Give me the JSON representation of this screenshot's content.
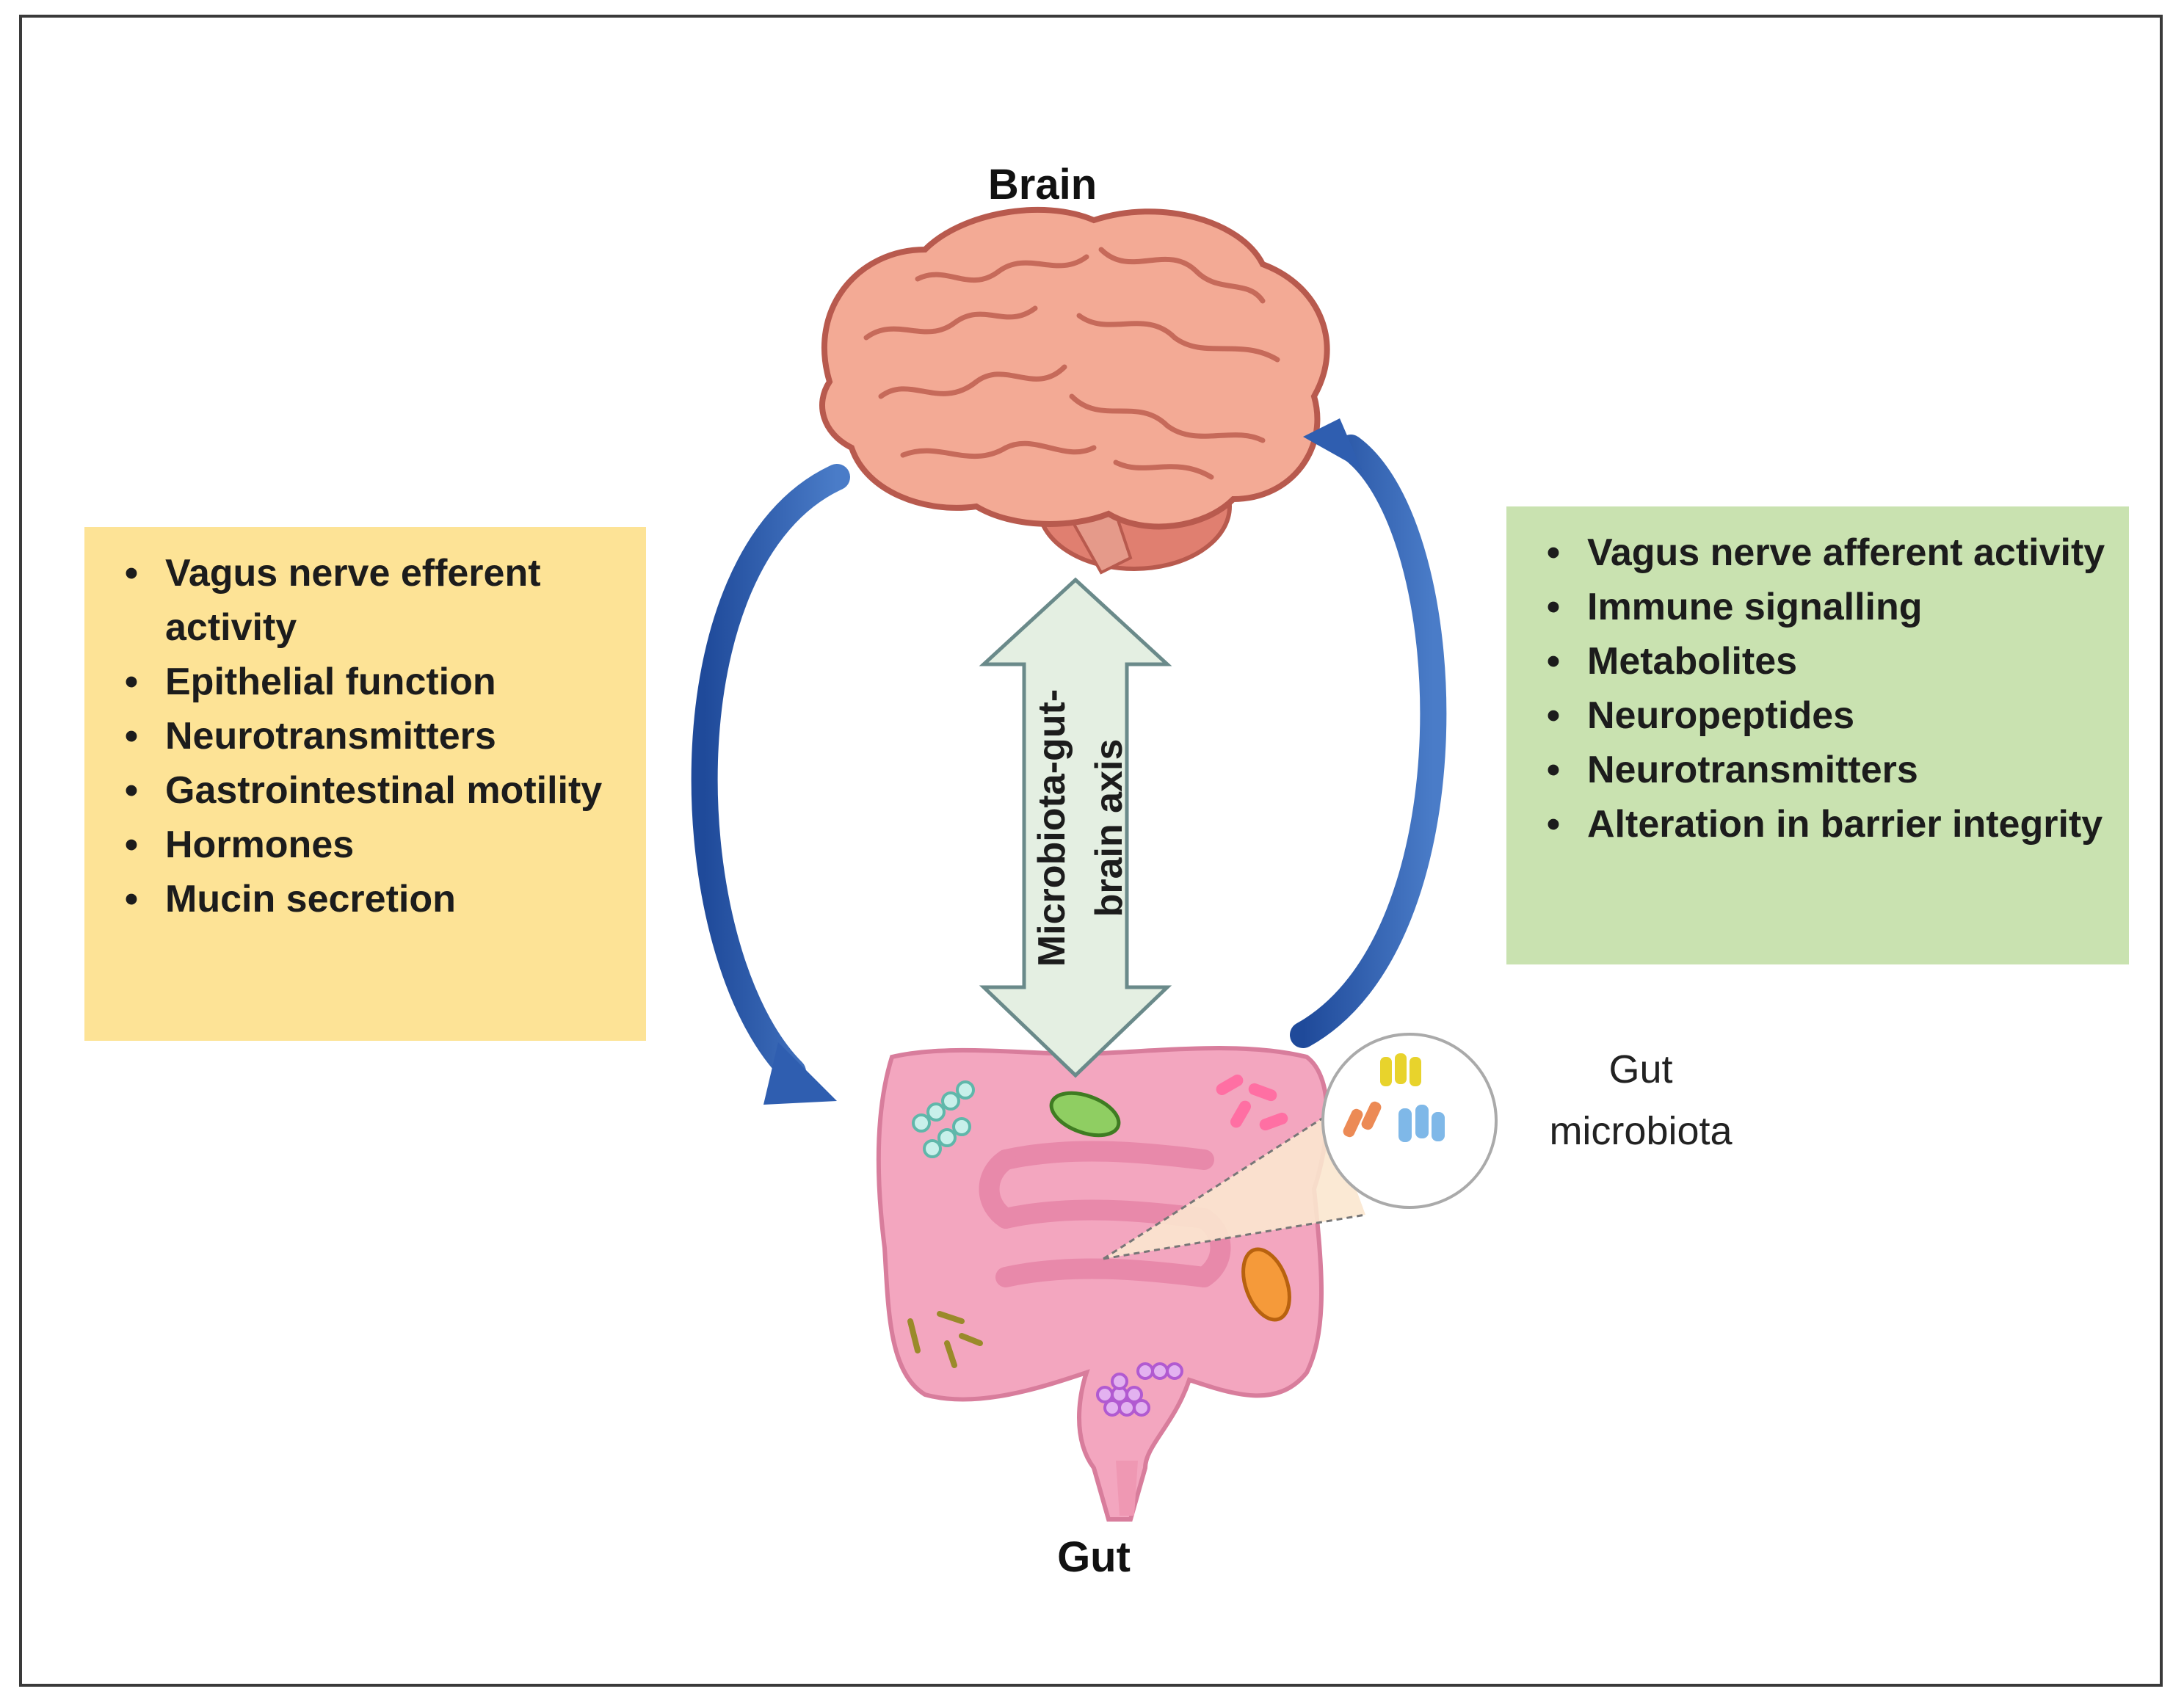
{
  "titles": {
    "brain": "Brain",
    "gut": "Gut"
  },
  "axis_label": {
    "line1": "Microbiota-gut-",
    "line2": "brain axis"
  },
  "gut_microbiota_label": {
    "line1": "Gut",
    "line2": "microbiota"
  },
  "left_box": {
    "color": "#fde396",
    "items": [
      {
        "bullet": "•",
        "text": "Vagus nerve efferent activity"
      },
      {
        "bullet": "•",
        "text": "Epithelial function"
      },
      {
        "bullet": "•",
        "text": "Neurotransmitters"
      },
      {
        "bullet": "•",
        "text": "Gastrointestinal motility"
      },
      {
        "bullet": "•",
        "text": "Hormones"
      },
      {
        "bullet": "•",
        "text": "Mucin secretion"
      }
    ]
  },
  "right_box": {
    "color": "#c9e2b0",
    "items": [
      {
        "bullet": "•",
        "text": "Vagus nerve afferent activity"
      },
      {
        "bullet": "•",
        "text": "Immune signalling"
      },
      {
        "bullet": "•",
        "text": "Metabolites"
      },
      {
        "bullet": "•",
        "text": "Neuropeptides"
      },
      {
        "bullet": "•",
        "text": "Neurotransmitters"
      },
      {
        "bullet": "•",
        "text": "Alteration in barrier integrity"
      }
    ]
  },
  "colors": {
    "curved_arrow": "#2f5eb0",
    "axis_arrow_fill": "#e4efe2",
    "brain": "#f0a08a",
    "gut": "#f3a6bf"
  },
  "icons": [
    "brain-illustration",
    "gut-illustration",
    "bacteria-icon",
    "magnifier-circle"
  ]
}
